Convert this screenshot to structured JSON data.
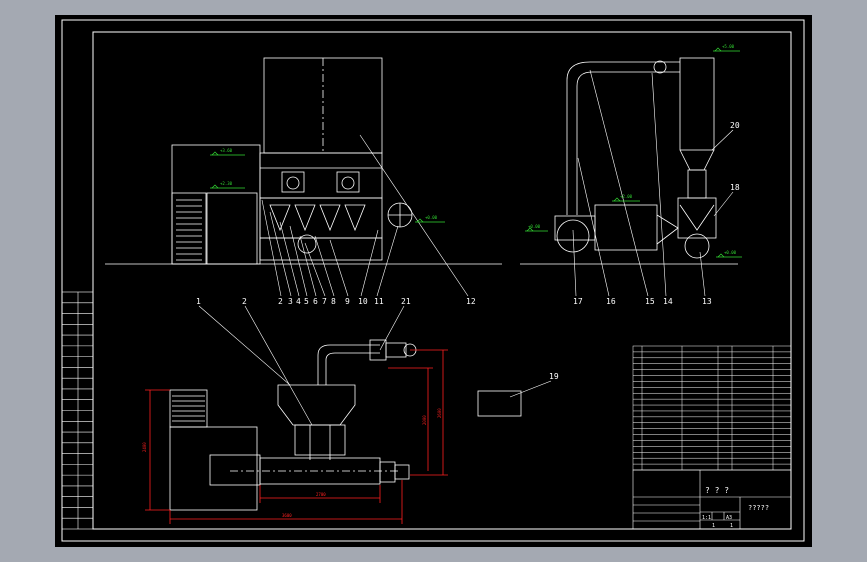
{
  "colors": {
    "outer_background": "#a4a9b2",
    "paper": "#000000",
    "line": "#ffffff",
    "dimension": "#ff2020",
    "level_marker": "#33dd33",
    "border": "#ffffff"
  },
  "balloons_front": [
    "2",
    "3",
    "4",
    "5",
    "6",
    "7",
    "8",
    "9",
    "10",
    "11",
    "12"
  ],
  "balloons_side": [
    "17",
    "16",
    "15",
    "14",
    "13",
    "18",
    "20"
  ],
  "balloons_plan": [
    "1",
    "2",
    "21",
    "19"
  ],
  "elevations": {
    "front_top": "+3.60",
    "front_mid": "+2.30",
    "front_right": "+0.00",
    "side_top": "+5.00",
    "side_mid": "+2.00",
    "side_left": "+0.00",
    "side_right": "+0.00"
  },
  "dimensions": {
    "plan_height_left": "2400",
    "plan_width_bottom": "3600",
    "plan_width_inner": "2700",
    "plan_height_right": "2600",
    "plan_height_right_inner": "2000"
  },
  "title_block": {
    "title": "? ? ?",
    "drawing_no": "?????",
    "scale": "1:1",
    "sheet": "1",
    "sheets": "1",
    "mass": "A3"
  },
  "parts_rows": 21,
  "revision_rows": 22
}
